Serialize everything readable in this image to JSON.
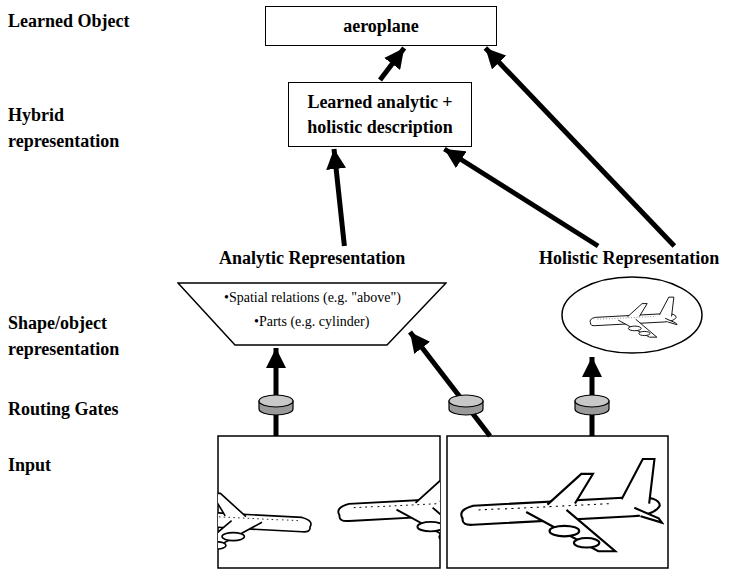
{
  "diagram": {
    "nodes": [
      {
        "text": [
          "aeroplane"
        ]
      },
      {
        "text": [
          "Learned analytic + holistic description"
        ]
      },
      {
        "text": [
          "Analytic Representation",
          "•Spatial relations (e.g. \"above\")",
          "•Parts (e.g. cylinder)"
        ]
      },
      {
        "text": [
          "Holistic Representation"
        ]
      }
    ],
    "edges": [
      {
        "from": 2,
        "to": 1,
        "arrow": "to"
      },
      {
        "from": 3,
        "to": 1,
        "arrow": "to"
      },
      {
        "from": 3,
        "to": 0,
        "arrow": "to"
      },
      {
        "from": 1,
        "to": 0,
        "arrow": "to"
      }
    ],
    "labels": [
      "Learned Object",
      "Hybrid representation",
      "Shape/object representation",
      "Routing Gates",
      "Input"
    ]
  }
}
